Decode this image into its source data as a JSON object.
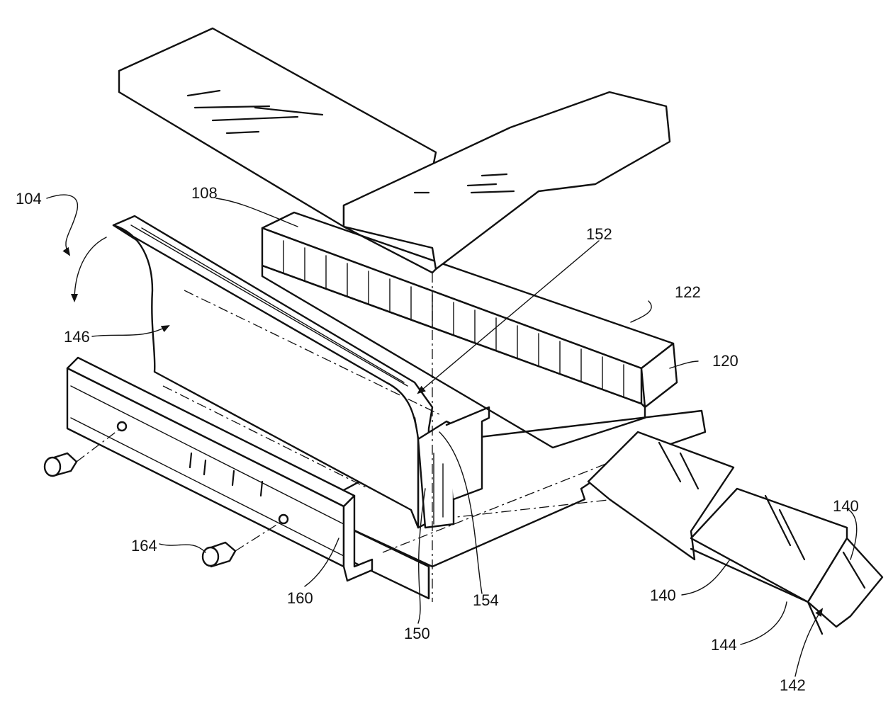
{
  "figure": {
    "labels": {
      "l104": "104",
      "l108": "108",
      "l152": "152",
      "l122": "122",
      "l120": "120",
      "l146": "146",
      "l164": "164",
      "l160": "160",
      "l150": "150",
      "l154": "154",
      "l140a": "140",
      "l140b": "140",
      "l144": "144",
      "l142": "142"
    }
  }
}
